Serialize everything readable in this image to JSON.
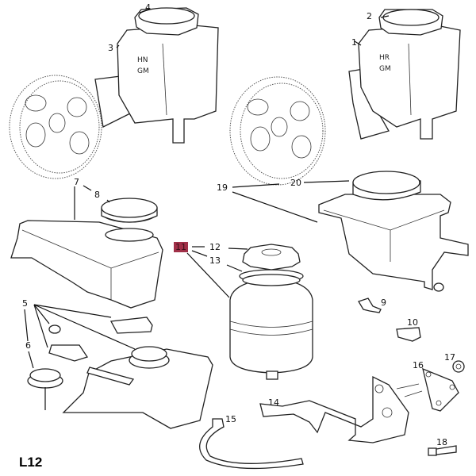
{
  "diagram": {
    "page_code": "L12",
    "highlight_color": "#a03048",
    "pump_left_embossing": [
      "HN",
      "GM"
    ],
    "pump_right_embossing": [
      "HR",
      "GM"
    ],
    "callouts": [
      {
        "id": "1",
        "label": "1",
        "part": "power-steering-pump-reservoir-right"
      },
      {
        "id": "2",
        "label": "2",
        "part": "reservoir-cap-right"
      },
      {
        "id": "3",
        "label": "3",
        "part": "power-steering-pump-reservoir-left"
      },
      {
        "id": "4",
        "label": "4",
        "part": "reservoir-cap-left"
      },
      {
        "id": "5",
        "label": "5",
        "part": "clips-and-seal"
      },
      {
        "id": "6",
        "label": "6",
        "part": "cap-with-dipstick"
      },
      {
        "id": "7",
        "label": "7",
        "part": "triangular-reservoir"
      },
      {
        "id": "8",
        "label": "8",
        "part": "triangular-reservoir-cap"
      },
      {
        "id": "9",
        "label": "9",
        "part": "bolt"
      },
      {
        "id": "10",
        "label": "10",
        "part": "bracket-clip"
      },
      {
        "id": "11",
        "label": "11",
        "part": "round-reservoir",
        "highlighted": true
      },
      {
        "id": "12",
        "label": "12",
        "part": "round-reservoir-cap"
      },
      {
        "id": "13",
        "label": "13",
        "part": "seal-ring"
      },
      {
        "id": "14",
        "label": "14",
        "part": "mounting-bracket"
      },
      {
        "id": "15",
        "label": "15",
        "part": "strap-clamp"
      },
      {
        "id": "16",
        "label": "16",
        "part": "plate"
      },
      {
        "id": "17",
        "label": "17",
        "part": "nut"
      },
      {
        "id": "18",
        "label": "18",
        "part": "screw"
      },
      {
        "id": "19",
        "label": "19",
        "part": "square-reservoir"
      },
      {
        "id": "20",
        "label": "20",
        "part": "square-reservoir-cap"
      }
    ]
  }
}
